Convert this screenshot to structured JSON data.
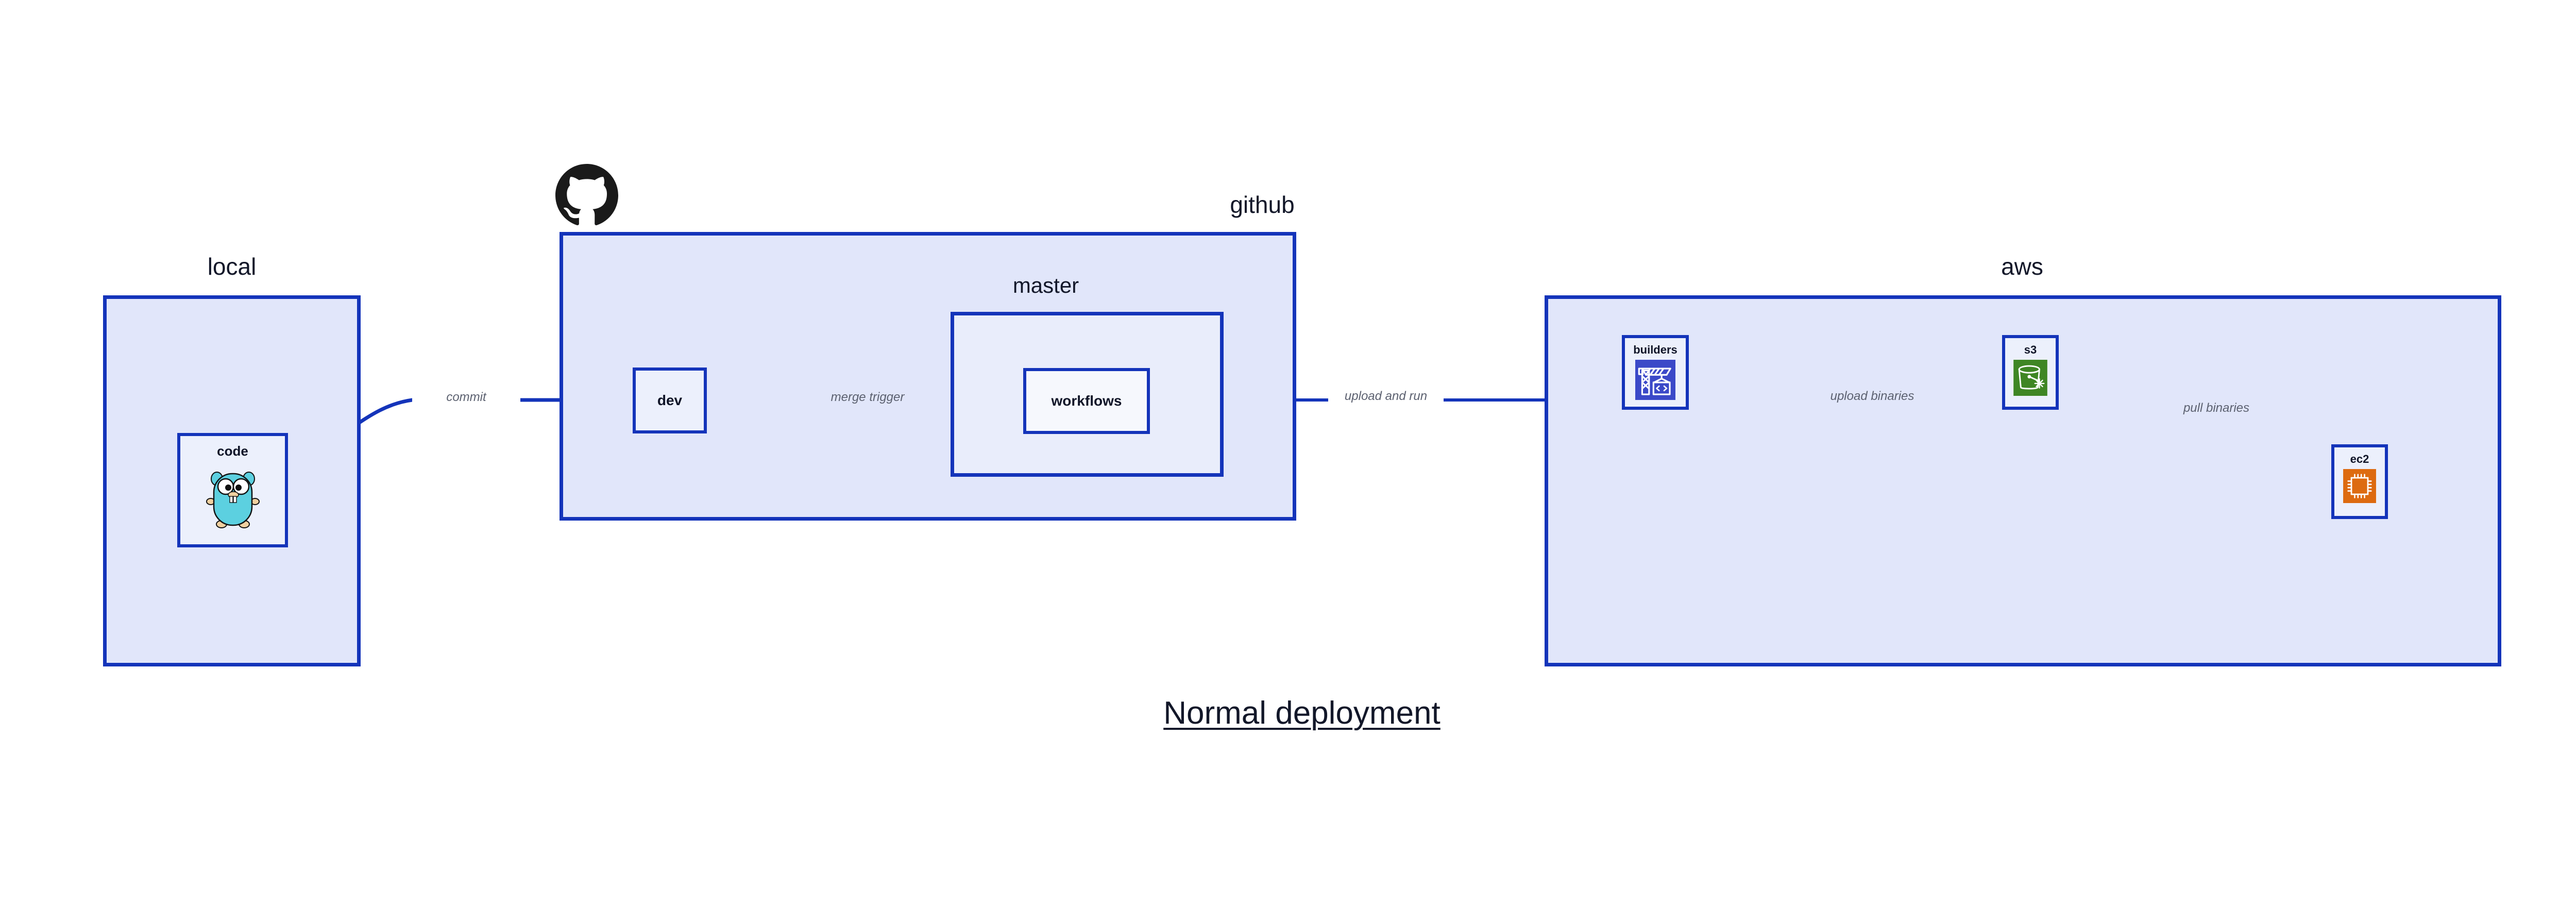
{
  "diagram": {
    "title": "Normal deployment",
    "type": "architecture-flow",
    "accent_color": "#1434ba",
    "group_fill": "#e1e6fa",
    "subgroup_fill": "#e9edfb",
    "node_fill": "#ecf0fc",
    "label_color": "#121729",
    "edge_label_color": "#5c6170"
  },
  "groups": [
    {
      "id": "local",
      "label": "local"
    },
    {
      "id": "github",
      "label": "github"
    },
    {
      "id": "master",
      "label": "master"
    },
    {
      "id": "aws",
      "label": "aws"
    }
  ],
  "nodes": [
    {
      "id": "code",
      "label": "code",
      "icon": "go-gopher-icon",
      "group": "local"
    },
    {
      "id": "dev",
      "label": "dev",
      "icon": null,
      "group": "github"
    },
    {
      "id": "workflows",
      "label": "workflows",
      "icon": null,
      "group": "master"
    },
    {
      "id": "builders",
      "label": "builders",
      "icon": "crane-code-icon",
      "group": "aws",
      "icon_color": "#3b49c8"
    },
    {
      "id": "s3",
      "label": "s3",
      "icon": "s3-bucket-icon",
      "group": "aws",
      "icon_color": "#3f8624"
    },
    {
      "id": "ec2",
      "label": "ec2",
      "icon": "cpu-chip-icon",
      "group": "aws",
      "icon_color": "#dd6b10"
    }
  ],
  "edges": [
    {
      "id": "e1",
      "from": "code",
      "to": "dev",
      "label": "commit"
    },
    {
      "id": "e2",
      "from": "dev",
      "to": "workflows",
      "label": "merge trigger"
    },
    {
      "id": "e3",
      "from": "workflows",
      "to": "builders",
      "label": "upload and run"
    },
    {
      "id": "e4",
      "from": "builders",
      "to": "s3",
      "label": "upload binaries"
    },
    {
      "id": "e5",
      "from": "s3",
      "to": "ec2",
      "label": "pull binaries"
    }
  ],
  "logos": [
    {
      "id": "github-logo",
      "name": "github-octocat-icon",
      "color": "#1a1a1a"
    }
  ]
}
